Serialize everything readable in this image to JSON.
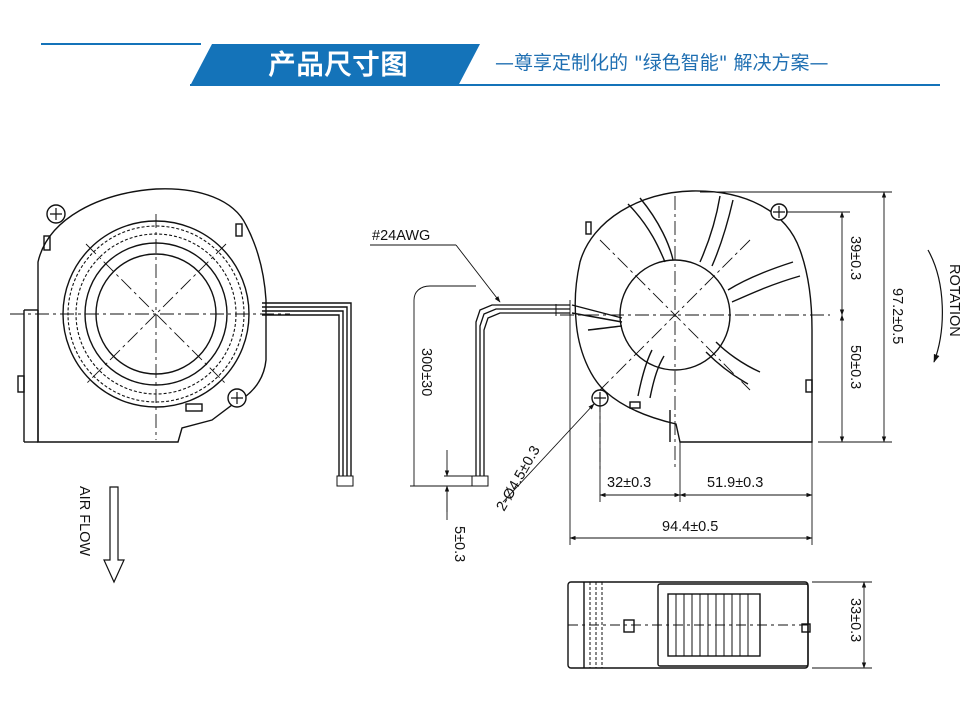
{
  "header": {
    "title": "产品尺寸图",
    "subtitle": "—尊享定制化的 \"绿色智能\" 解决方案—",
    "accent_color": "#1473b9"
  },
  "labels": {
    "wire_gauge": "#24AWG",
    "air_flow": "AIR FLOW",
    "rotation": "ROTATION"
  },
  "dimensions": {
    "lead_length": "300±30",
    "strip_length": "5±0.3",
    "mount_holes": "2-Ø4.5±0.3",
    "hole_offset_x": "32±0.3",
    "hole_to_edge_x": "51.9±0.3",
    "overall_width": "94.4±0.5",
    "upper_height": "39±0.3",
    "lower_height": "50±0.3",
    "overall_height": "97.2±0.5",
    "thickness": "33±0.3"
  }
}
